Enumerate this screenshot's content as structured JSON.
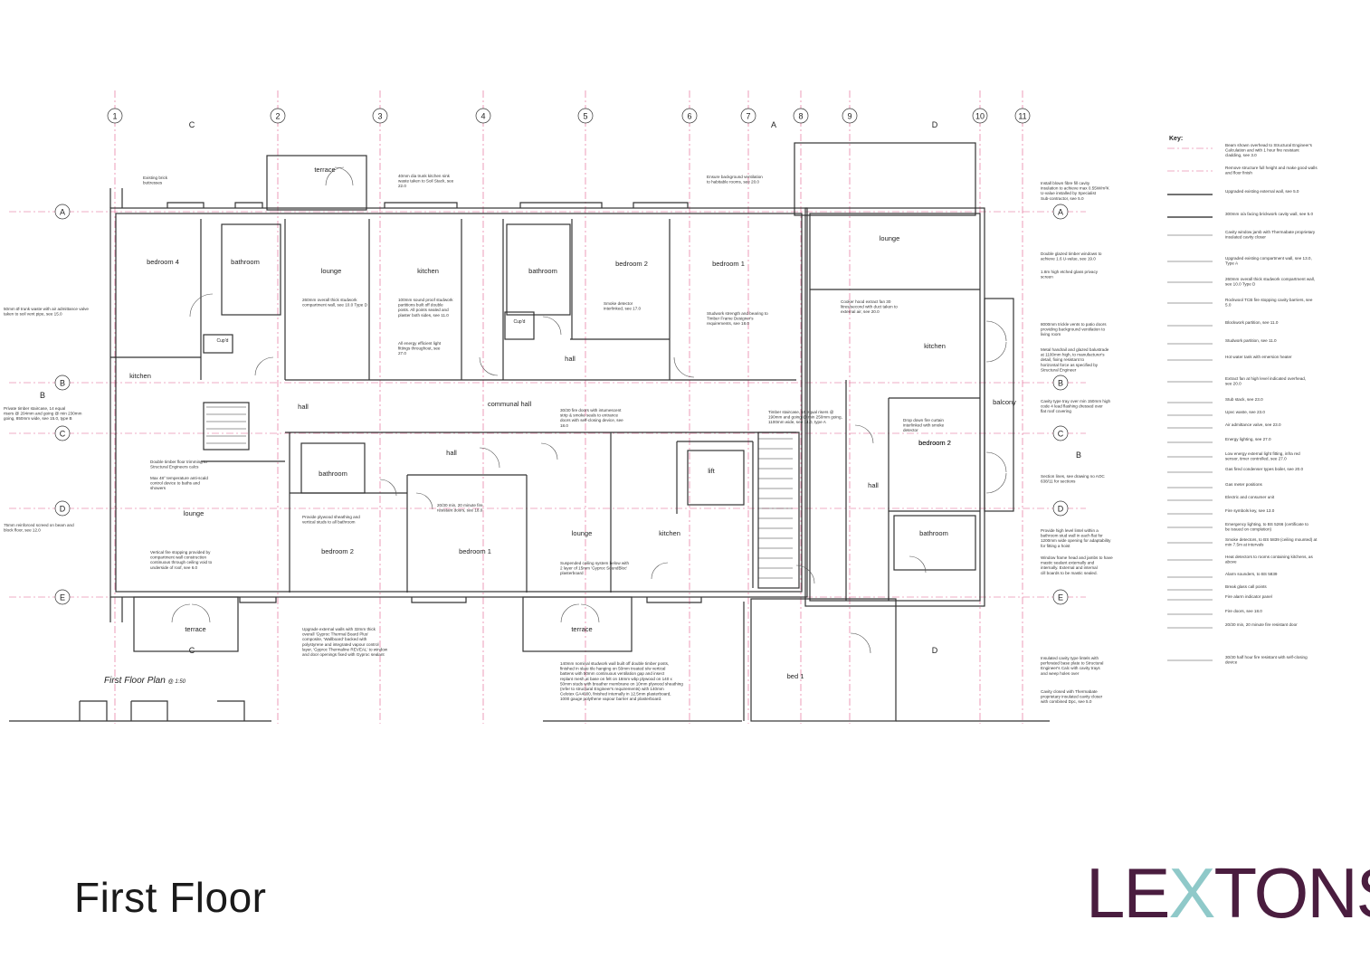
{
  "title": "First Floor",
  "logo": {
    "part1": "LE",
    "part2": "X",
    "part3": "TONS",
    "accent_color": "#8fc9c9",
    "brand_color": "#4a1d3f"
  },
  "plan_caption": "First Floor Plan",
  "plan_scale": "@ 1:50",
  "grid_columns": [
    "1",
    "2",
    "3",
    "4",
    "5",
    "6",
    "7",
    "8",
    "9",
    "10",
    "11"
  ],
  "grid_rows": [
    "A",
    "B",
    "C",
    "D",
    "E"
  ],
  "section_letters": [
    "C",
    "A",
    "D",
    "B"
  ],
  "rooms": [
    "bedroom 4",
    "bathroom",
    "lounge",
    "kitchen",
    "bathroom",
    "bedroom 2",
    "bedroom 1",
    "lounge",
    "kitchen",
    "hall",
    "communal hall",
    "hall",
    "kitchen",
    "hall",
    "bathroom",
    "bedroom 2",
    "lounge",
    "bedroom 2",
    "bedroom 1",
    "lounge",
    "kitchen",
    "lift",
    "hall",
    "bedroom 2",
    "bathroom",
    "balcony",
    "terrace",
    "terrace",
    "terrace",
    "bed 1",
    "Cup'd",
    "Cup'd"
  ],
  "notes": [
    "Existing brick buttresses",
    "40mm dia trunk kitchen sink waste taken to Soil Stack, see 22.0",
    "Ensure background ventilation to habitable rooms, see 20.0",
    "50mm Ø trunk waste with air admittance valve taken to soil vent pipe, see 15.0",
    "260mm overall thick studwork compartment wall, see 10.0 Type D",
    "100mm sound proof studwork partitions built off double posts. All points sealed and plaster both sides, see 11.0",
    "Smoke detector interlinked, see 17.0",
    "Studwork strength and bearing to Timber Frame Designer's requirements, see 18.0",
    "All energy efficient light fittings throughout, see 27.0",
    "Cooker hood extract fan 30 litres/second with duct taken to external air, see 20.0",
    "Private timber staircase, 14 equal risers @ 204mm and going @ min 230mm going, 850mm wide, see 15.0, type B",
    "30/30 fire doors with intumescent strip & smoke seals to entrance doors with self-closing device, see 18.0",
    "Timber staircase, 15 equal risers @ 190mm and going @ min 250mm going, 1100mm wide, see 14.0, type A",
    "Drop down fire curtain interlinked with smoke detector",
    "Double timber floor trimming to Structural Engineers calcs",
    "Max 48° temperature anti-scald control device to baths and showers",
    "20/30 min, 20 minute fire resistant doors, see 18.0",
    "Provide plywood sheathing and vertical studs to all bathroom",
    "75mm reinforced screed on beam and block floor, see 12.0",
    "Vertical fire stopping provided by compartment wall construction continuous through ceiling void to underside of roof, see 6.0",
    "Suspended ceiling system below with 2 layer of 15mm 'Gyproc SoundBloc' plasterboard",
    "Upgrade external walls with 32mm thick overall 'Gyproc Thermal Board Plus' composite, 'Wallboard' backed with polystyrene and integrated vapour control layer, 'Gyproc Thermaline REVEAL' to window and door openings fixed with Gyproc sealant",
    "140mm nominal studwork wall built off double timber posts, finished in slate tile hanging on 50mm treated s/w vertical battens with 50mm continuous ventilation gap and insect replant mesh at base on felt on 18mm wbp plywood on 140 x 50mm studs with breather membrane on 10mm plywood sheathing (refer to structural Engineer's requirements) with 140mm Celotex GA4000, finished internally in 12.5mm plasterboard, 1000 gauge polythene vapour barrier and plasterboard.",
    "Install blown fibre fill cavity insulation to achieve max 0.55W/m²K U-value installed by Specialist Sub-contractor, see 5.0",
    "Double glazed timber windows to achieve 1.6 U-value, see 19.0",
    "1.8m high etched glass privacy screen",
    "8000mm trickle vents to patio doors providing background ventilation to living room",
    "Metal handrail and glazed balustrade at 1100mm high, to manufacturer's detail, fixing resistant to horizontal force as specified by Structural Engineer",
    "Cavity type tray over min 150mm high code 4 lead flashing dressed over flat roof covering",
    "Section lines, see drawing no AOC 638/11 for sections",
    "Provide high level lintel within a bathroom stud wall in each flat for 1200mm wide opening for adaptability for fitting a hoist",
    "Window frame head and jambs to have mastic sealant externally and internally. External and internal cill boards to be mastic sealed.",
    "Insulated cavity type lintels with perforated base plate to Structural Engineer's Calc with cavity trays and weep holes over",
    "Cavity closed with Thermabate proprietary insulated cavity closer with combined Dpc, see 5.0"
  ],
  "key": {
    "title": "Key:",
    "items": [
      "Beam shown overhead to Structural Engineer's Calculation and with 1 hour fire resistant cladding, see 3.0",
      "Remove structure full height and make good walls and floor finish",
      "Upgraded existing external wall, see 5.0",
      "300mm o/a facing brickwork cavity wall, see 5.0",
      "Cavity window jamb with Thermabate proprietary insulated cavity closer",
      "Upgraded existing compartment wall, see 13.0, Type A",
      "260mm overall thick studwork compartment wall, see 10.0 Type D",
      "Rockwool TCB fire stopping cavity barriers, see 5.0",
      "Blockwork partition, see 11.0",
      "Studwork partition, see 11.0",
      "Hot water tank with emersion heater",
      "Extract fan at high level indicated overhead, see 20.0",
      "Stub stack, see 23.0",
      "Upvc waste, see 23.0",
      "Air admittance valve, see 23.0",
      "Energy lighting, see 27.0",
      "Low energy external light fitting, infra red sensor, timer controlled, see 27.0",
      "Gas fired condenser types boiler, see 20.0",
      "Gas meter positions",
      "Electric and consumer unit",
      "Fire symbols key, see 13.0",
      "Emergency lighting, to BS 5266 (certificate to be issued on completion)",
      "Smoke detectors, to BS 5839 (ceiling mounted) at min 7.5m at intervals",
      "Heat detectors to rooms containing kitchens, as above",
      "Alarm sounders, to BS 5839",
      "Break glass call points",
      "Fire alarm indicator panel",
      "Fire doors, see 18.0",
      "20/30 min, 20 minute fire resistant door",
      "30/30 half hour fire resistant with self-closing device"
    ]
  },
  "colors": {
    "grid_line": "#e05a8a",
    "wall": "#333333",
    "text": "#222222"
  }
}
